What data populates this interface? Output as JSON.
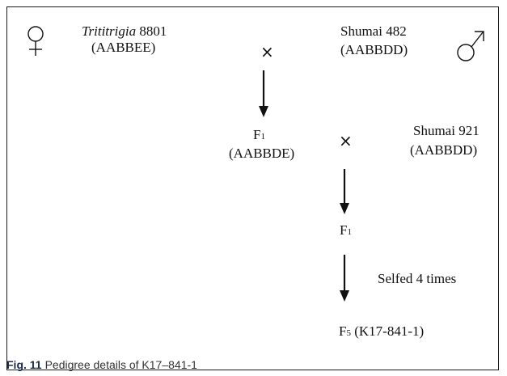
{
  "parent1": {
    "name_italic": "Trititrigia",
    "name_rest": " 8801",
    "genome": "(AABBEE)"
  },
  "parent2": {
    "name": "Shumai 482",
    "genome": "(AABBDD)"
  },
  "cross1_symbol": "×",
  "f1": {
    "label": "F",
    "sub": "1",
    "genome": "(AABBDE)"
  },
  "cross2_symbol": "×",
  "parent3": {
    "name": "Shumai 921",
    "genome": "(AABBDD)"
  },
  "f1b": {
    "label": "F",
    "sub": "1"
  },
  "selfing_label": "Selfed 4 times",
  "f5": {
    "label": "F",
    "sub": "5",
    "line": "(K17-841-1)"
  },
  "caption": {
    "label": "Fig. 11",
    "text": "Pedigree details of K17–841-1"
  },
  "icons": [
    "female-symbol-icon",
    "male-symbol-icon",
    "down-arrow-icon"
  ]
}
